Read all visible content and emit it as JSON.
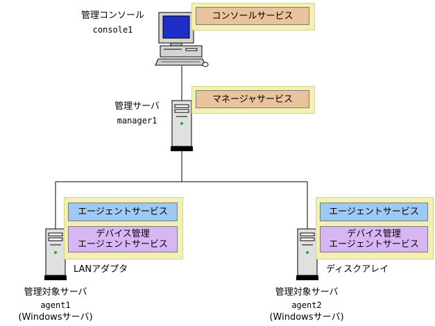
{
  "console": {
    "title": "管理コンソール",
    "host": "console1",
    "service": "コンソールサービス"
  },
  "manager": {
    "title": "管理サーバ",
    "host": "manager1",
    "service": "マネージャサービス"
  },
  "agent1": {
    "title": "管理対象サーバ",
    "host": "agent1",
    "os": "(Windowsサーバ)",
    "service_agent": "エージェントサービス",
    "service_device_line1": "デバイス管理",
    "service_device_line2": "エージェントサービス",
    "device_label": "LANアダプタ"
  },
  "agent2": {
    "title": "管理対象サーバ",
    "host": "agent2",
    "os": "(Windowsサーバ)",
    "service_agent": "エージェントサービス",
    "service_device_line1": "デバイス管理",
    "service_device_line2": "エージェントサービス",
    "device_label": "ディスクアレイ"
  },
  "colors": {
    "panel": "#f3f0b4",
    "console_service": "#e9c39b",
    "agent_service": "#9ec9f4",
    "device_service": "#d8b6f4"
  },
  "icons": [
    "desktop-computer-icon",
    "tower-server-icon"
  ]
}
